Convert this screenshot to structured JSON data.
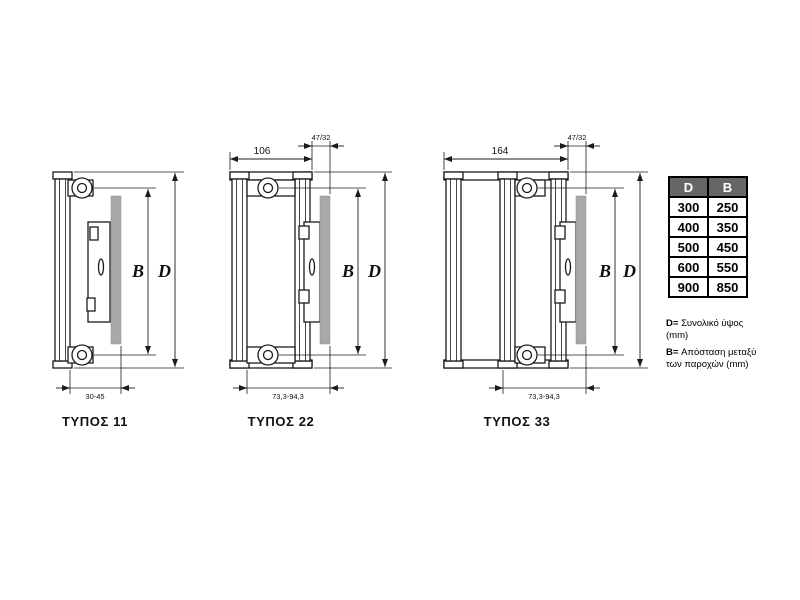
{
  "diagrams": [
    {
      "label": "ΤΥΠΟΣ 11",
      "dim_b": "B",
      "dim_d": "D",
      "dim_bottom": "30-45"
    },
    {
      "label": "ΤΥΠΟΣ 22",
      "dim_b": "B",
      "dim_d": "D",
      "dim_top": "106",
      "dim_depth": "47/32",
      "dim_bottom": "73,3-94,3"
    },
    {
      "label": "ΤΥΠΟΣ 33",
      "dim_b": "B",
      "dim_d": "D",
      "dim_top": "164",
      "dim_depth": "47/32",
      "dim_bottom": "73,3-94,3"
    }
  ],
  "table": {
    "headers": [
      "D",
      "B"
    ],
    "rows": [
      [
        "300",
        "250"
      ],
      [
        "400",
        "350"
      ],
      [
        "500",
        "450"
      ],
      [
        "600",
        "550"
      ],
      [
        "900",
        "850"
      ]
    ],
    "header_bg": "#666666"
  },
  "legend": [
    {
      "key": "D=",
      "text": "Συνολικό ύψος (mm)"
    },
    {
      "key": "B=",
      "text": "Απόσταση μεταξύ των παροχών (mm)"
    }
  ],
  "colors": {
    "line": "#1b1b1b",
    "wall_bar": "#a8a8a8"
  }
}
